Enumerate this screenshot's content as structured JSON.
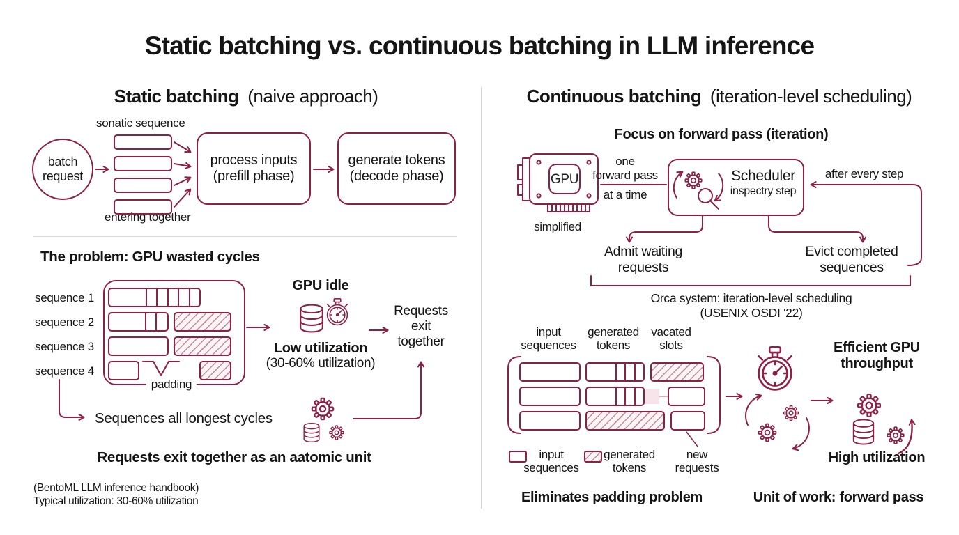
{
  "title": "Static batching vs. continuous batching in LLM inference",
  "colors": {
    "accent": "#8e2044",
    "text": "#151515",
    "divider": "#d8d8d8",
    "hatch_bg": "#fdf4f6"
  },
  "left": {
    "heading_strong": "Static batching",
    "heading_note": "(naive approach)",
    "flow": {
      "top_label": "sonatic sequence",
      "bottom_label": "entering together",
      "circle_line1": "batch",
      "circle_line2": "request",
      "process_line1": "process inputs",
      "process_line2": "(prefill phase)",
      "generate_line1": "generate tokens",
      "generate_line2": "(decode phase)"
    },
    "problem": {
      "heading": "The problem: GPU wasted cycles",
      "seq_labels": [
        "sequence 1",
        "sequence 2",
        "sequence 3",
        "sequence 4"
      ],
      "padding_label": "padding",
      "gpu_idle_label": "GPU idle",
      "low_util_label": "Low utilization",
      "low_util_note": "(30-60% utilization)",
      "exit_line1": "Requests",
      "exit_line2": "exit",
      "exit_line3": "together",
      "longest_label": "Sequences all longest cycles",
      "atomic_label": "Requests exit together as an aatomic unit"
    },
    "footnote_line1": "(BentoML LLM inference handbook)",
    "footnote_line2": "Typical utilization: 30-60% utilization"
  },
  "right": {
    "heading_strong": "Continuous batching",
    "heading_note": "(iteration-level scheduling)",
    "subheading": "Focus on forward pass (iteration)",
    "gpu_chip_label": "GPU",
    "gpu_caption": "simplified",
    "pass_line1": "one",
    "pass_line2": "forward pass",
    "pass_line3": "at a time",
    "scheduler_title": "Scheduler",
    "scheduler_subtitle": "inspectry step",
    "feedback_label": "after every step",
    "admit_line1": "Admit waiting",
    "admit_line2": "requests",
    "evict_line1": "Evict completed",
    "evict_line2": "sequences",
    "orca_line1": "Orca system: iteration-level scheduling",
    "orca_line2": "(USENIX OSDI '22)",
    "col1_line1": "input",
    "col1_line2": "sequences",
    "col2_line1": "generated",
    "col2_line2": "tokens",
    "col3_line1": "vacated",
    "col3_line2": "slots",
    "legend1_line1": "input",
    "legend1_line2": "sequences",
    "legend2_line1": "generated",
    "legend2_line2": "tokens",
    "legend3_line1": "new",
    "legend3_line2": "requests",
    "eliminates_label": "Eliminates padding problem",
    "efficient_line1": "Efficient GPU",
    "efficient_line2": "throughput",
    "high_util_label": "High utilization",
    "unit_label": "Unit of work: forward pass"
  }
}
